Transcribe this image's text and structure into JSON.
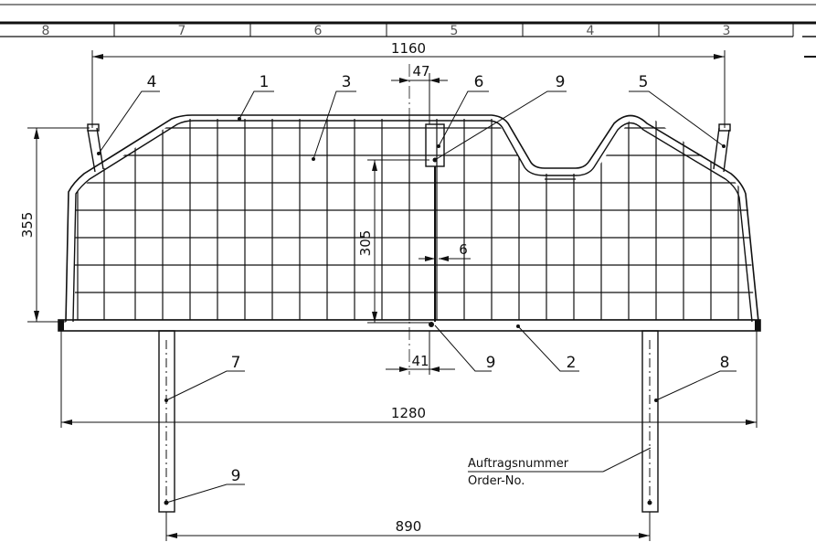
{
  "ruler": {
    "zones": [
      "8",
      "7",
      "6",
      "5",
      "4",
      "3"
    ]
  },
  "dimensions": {
    "overall_top_width": "1160",
    "overall_base_width": "1280",
    "height": "355",
    "divider_height": "305",
    "post_spacing": "890",
    "divider_top_width": "47",
    "divider_thickness": "6",
    "divider_bottom_width": "41"
  },
  "callouts": {
    "item_1": "1",
    "item_2": "2",
    "item_3": "3",
    "item_4": "4",
    "item_5": "5",
    "item_6": "6",
    "item_7": "7",
    "item_8": "8",
    "item_9_top": "9",
    "item_9_bottom": "9",
    "item_9_post": "9"
  },
  "order_note": {
    "line_de": "Auftragsnummer",
    "line_en": "Order-No."
  },
  "colors": {
    "ink": "#111111",
    "ruler": "#555555"
  }
}
